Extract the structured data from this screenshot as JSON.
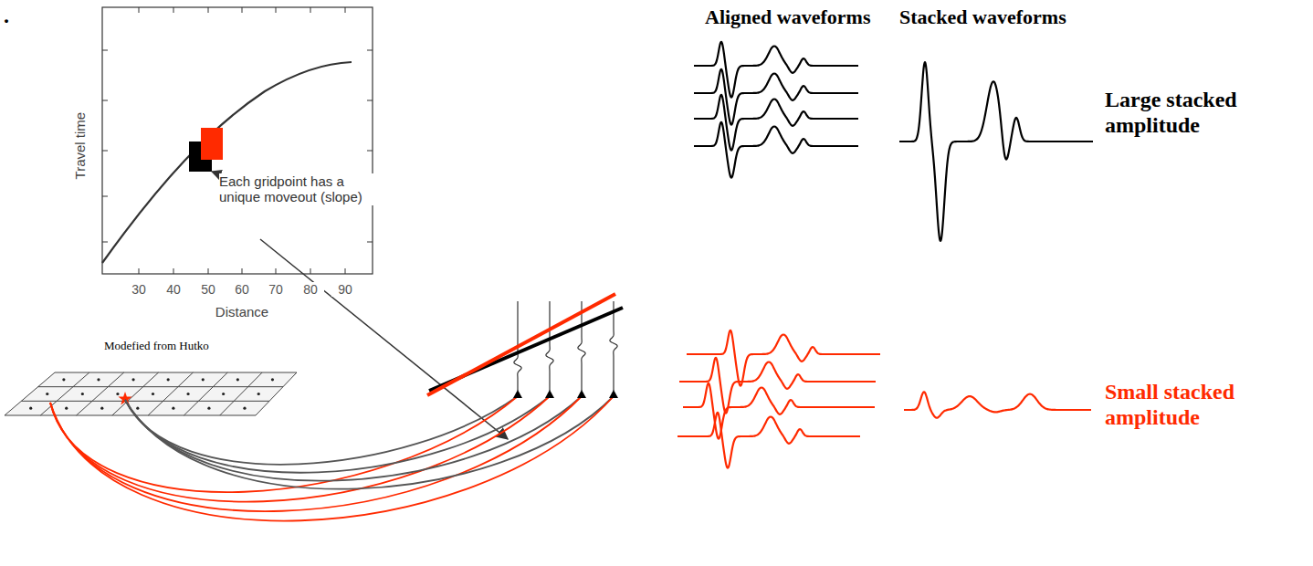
{
  "diagram": {
    "labels": [
      ".",
      "Aligned waveforms",
      "Stacked waveforms",
      "Large stacked amplitude",
      "Small stacked amplitude",
      "Travel time",
      "Each gridpoint has a unique moveout (slope)",
      "30",
      "40",
      "50",
      "60",
      "70",
      "80",
      "90",
      "Distance",
      "Modefied from Hutko"
    ]
  }
}
